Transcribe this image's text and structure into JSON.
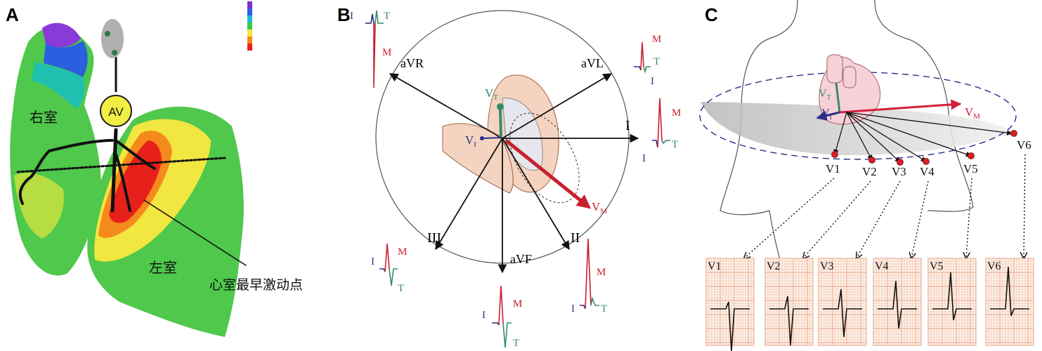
{
  "panel_a": {
    "label": "A",
    "av_label": "AV",
    "right_ventricle": "右室",
    "left_ventricle": "左室",
    "earliest_point": "心室最早激动点",
    "scale_colors": [
      "#7a2fd0",
      "#2a5fe0",
      "#22b8e0",
      "#3ec84a",
      "#f2e640",
      "#f58a1c",
      "#e8201c"
    ]
  },
  "panel_b": {
    "label": "B",
    "leads": [
      "aVR",
      "aVL",
      "I",
      "II",
      "III",
      "aVF"
    ],
    "vector_m": "V",
    "vector_m_sub": "M",
    "vector_t": "V",
    "vector_t_sub": "T",
    "vector_i": "V",
    "vector_i_sub": "I",
    "wave_i": "I",
    "wave_m": "M",
    "wave_t": "T"
  },
  "panel_c": {
    "label": "C",
    "vector_m": "V",
    "vector_m_sub": "M",
    "vector_t": "V",
    "vector_t_sub": "T",
    "vector_i": "V",
    "vector_i_sub": "I",
    "electrodes": [
      "V1",
      "V2",
      "V3",
      "V4",
      "V5",
      "V6"
    ],
    "strips": [
      "V1",
      "V2",
      "V3",
      "V4",
      "V5",
      "V6"
    ]
  },
  "colors": {
    "vector_m": "#d0203a",
    "vector_t": "#3a8a6a",
    "vector_i": "#2a2e8a",
    "strip_grid": "#e8a080",
    "electrode": "#d81e2a"
  }
}
